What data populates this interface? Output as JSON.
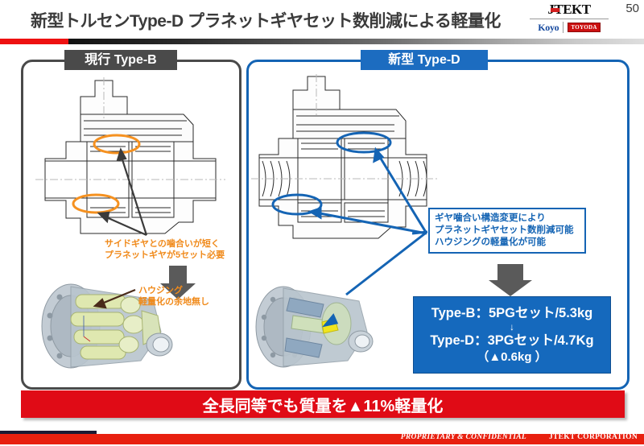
{
  "header": {
    "title": "新型トルセンType-D プラネットギヤセット数削減による軽量化",
    "page_number": "50",
    "logo": {
      "brand": "JTEKT",
      "sub_brand": "Koyo",
      "partner_brand": "TOYODA"
    },
    "accent_red": "#ee1111",
    "accent_blue": "#1464b4"
  },
  "panels": {
    "left": {
      "badge": "現行 Type-B",
      "badge_color": "#4a4a4a",
      "notes": [
        "サイドギヤとの噛合いが短く\nプラネットギヤが5セット必要",
        "ハウジング\n軽量化の余地無し"
      ],
      "note_line_1a": "サイドギヤとの噛合いが短く",
      "note_line_1b": "プラネットギヤが5セット必要",
      "note_line_2a": "ハウジング",
      "note_line_2b": "軽量化の余地無し",
      "note_color": "#f08a1b",
      "highlight_color": "#f08a1b"
    },
    "right": {
      "badge": "新型 Type-D",
      "badge_color": "#1c6cc0",
      "info_box": {
        "line1": "ギヤ噛合い構造変更により",
        "line2": "プラネットギヤセット数削減可能",
        "line3": "ハウジングの軽量化が可能"
      },
      "result_box": {
        "line1": "Type-B：5PGセット/5.3kg",
        "arrow": "↓",
        "line2": "Type-D：3PGセット/4.7Kg",
        "line3": "（▲0.6kg ）",
        "bg_color": "#1569bd"
      },
      "highlight_color": "#1464b4"
    }
  },
  "banner": {
    "text": "全長同等でも質量を▲11%軽量化",
    "bg_color": "#e00b16"
  },
  "footer": {
    "confidential": "PROPRIETARY & CONFIDENTIAL",
    "company": "JTEKT  CORPORATION",
    "bg_color": "#e8200f"
  }
}
